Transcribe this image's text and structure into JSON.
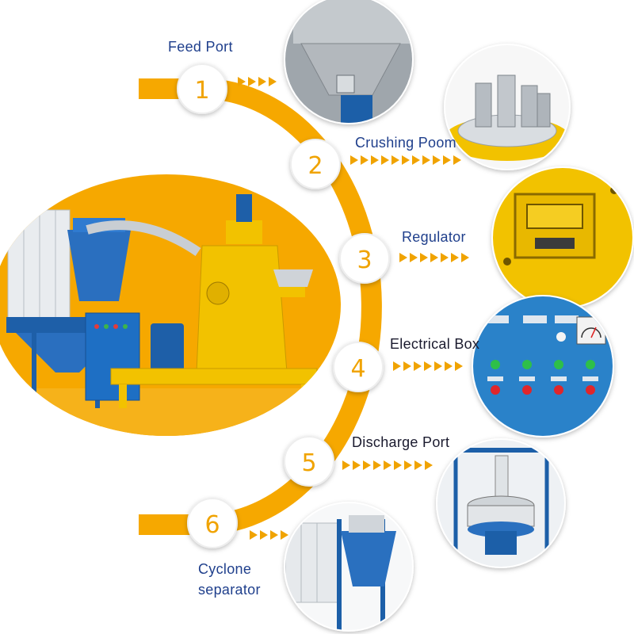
{
  "colors": {
    "accent": "#f6a800",
    "blue": "#1e5fa8",
    "label_blue": "#1f3f8c",
    "white": "#ffffff"
  },
  "steps": [
    {
      "number": "1",
      "label": "Feed Port"
    },
    {
      "number": "2",
      "label": "Crushing Poom"
    },
    {
      "number": "3",
      "label": "Regulator"
    },
    {
      "number": "4",
      "label": "Electrical Box"
    },
    {
      "number": "5",
      "label": "Discharge Port"
    },
    {
      "number": "6",
      "label": "Cyclone separator",
      "label_lines": [
        "Cyclone",
        "separator"
      ]
    }
  ],
  "panel_icons": {
    "meter": "gauge-icon",
    "buttons": [
      "green-button-icon",
      "red-button-icon"
    ]
  }
}
